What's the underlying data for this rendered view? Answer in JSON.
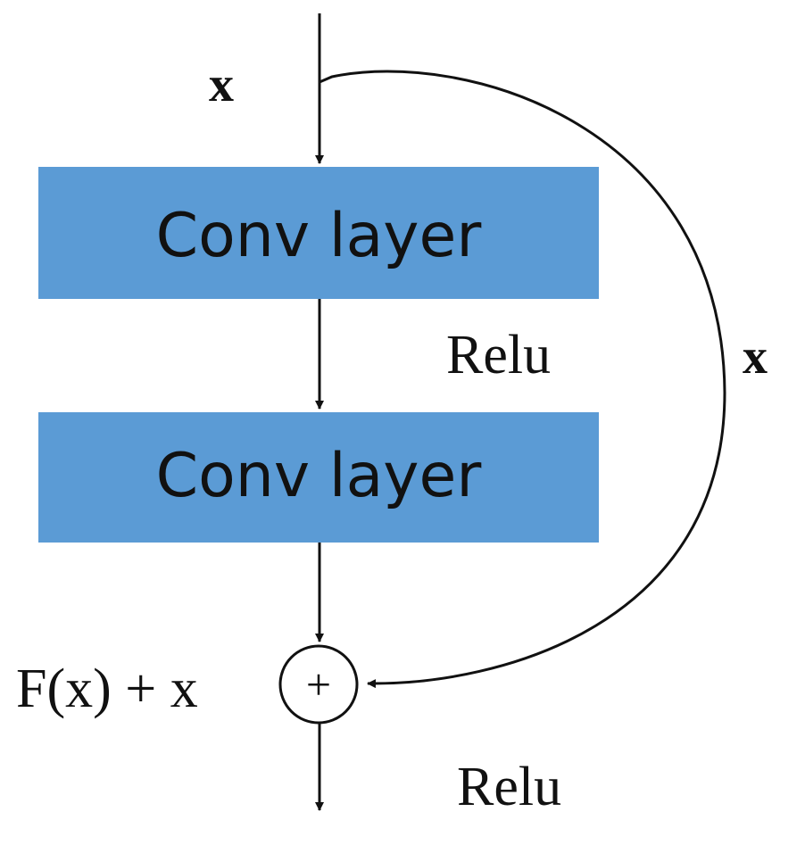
{
  "diagram": {
    "input_label": "x",
    "skip_label": "x",
    "layer1": {
      "label": "Conv layer"
    },
    "activation_mid": "Relu",
    "layer2": {
      "label": "Conv layer"
    },
    "sum_label": "F(x) + x",
    "sum_symbol": "+",
    "activation_out": "Relu",
    "colors": {
      "box_fill": "#5b9bd5",
      "line": "#111111",
      "background": "#ffffff"
    }
  }
}
